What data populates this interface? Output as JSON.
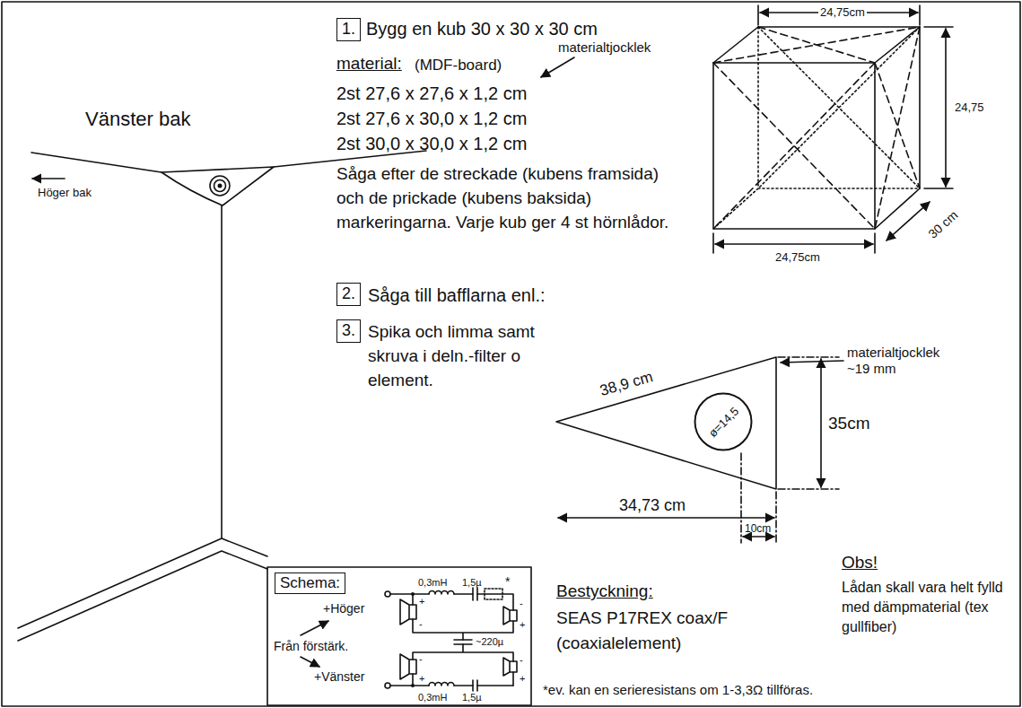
{
  "diagram": {
    "nodes": [
      {
        "text": [
          "1."
        ]
      },
      {
        "text": [
          "2."
        ]
      },
      {
        "text": [
          "3."
        ]
      },
      {
        "text": [
          "ø=14,5"
        ]
      },
      {
        "text": [
          "Schema:"
        ]
      }
    ],
    "labels": [
      "Vänster bak",
      "Höger bak",
      "Bygg en kub 30 x 30 x 30 cm",
      "material:",
      "(MDF-board)",
      "materialtjocklek",
      "2st 27,6 x 27,6 x 1,2 cm",
      "2st 27,6 x 30,0 x 1,2 cm",
      "2st 30,0 x 30,0 x 1,2 cm",
      "Såga efter de streckade (kubens framsida) och de prickade (kubens baksida) markeringarna. Varje kub ger 4 st hörnlådor.",
      "24,75cm",
      "24,75",
      "30 cm",
      "24,75cm",
      "Såga till bafflarna enl.:",
      "Spika och limma samt skruva i deln.-filter o element.",
      "38,9 cm",
      "materialtjocklek ~19 mm",
      "35cm",
      "34,73 cm",
      "10cm",
      "Bestyckning:",
      "SEAS P17REX coax/F",
      "(coaxialelement)",
      "Obs!",
      "Lådan skall vara helt fylld med dämpmaterial (tex gullfiber)",
      "*ev. kan en serieresistans om 1-3,3Ω tillföras.",
      "0,3mH",
      "1,5µ",
      "*",
      "+Höger",
      "Från förstärk.",
      "~220µ",
      "+Vänster",
      "0,3mH",
      "1,5µ",
      "+",
      "-",
      "-",
      "+",
      "-",
      "+",
      "-",
      "+"
    ]
  }
}
